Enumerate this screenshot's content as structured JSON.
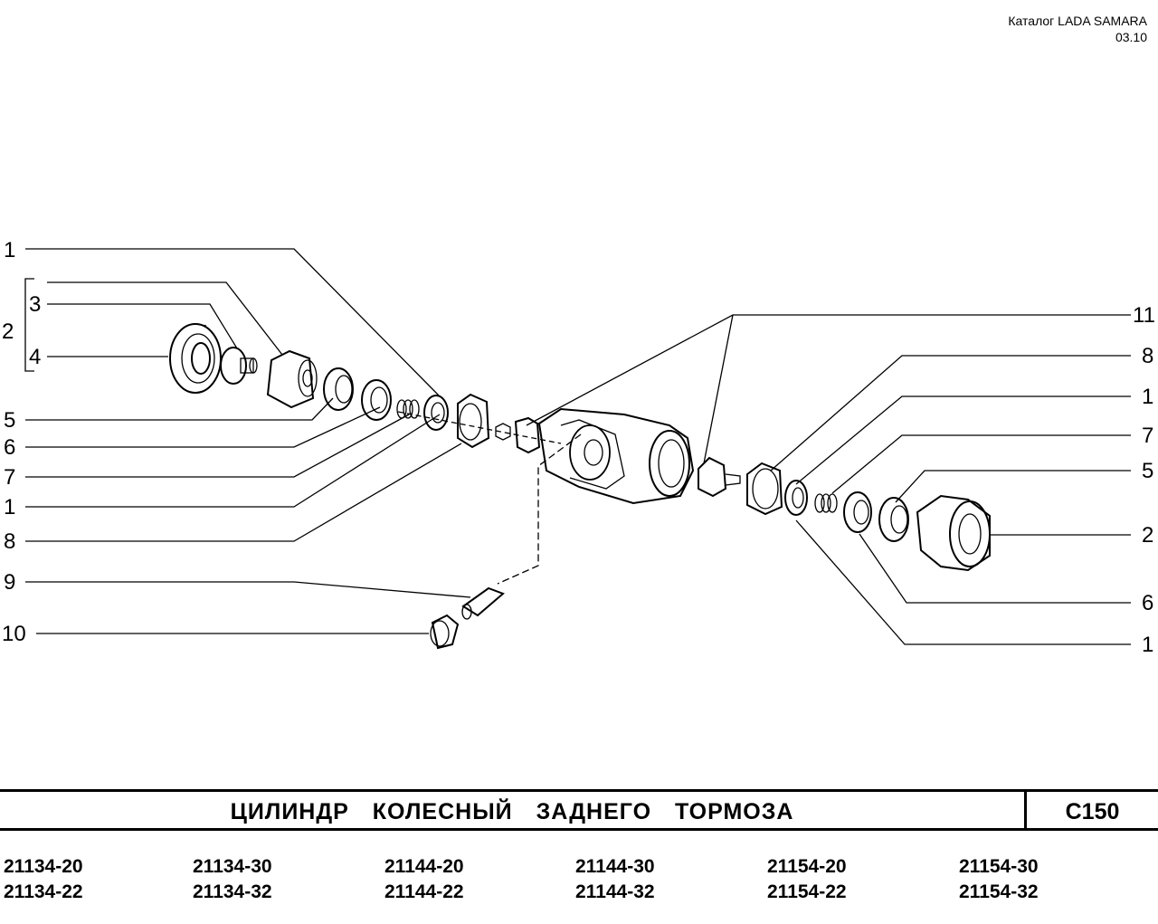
{
  "header": {
    "catalog": "Каталог  LADA  SAMARA",
    "date": "03.10"
  },
  "callouts_left": [
    "1",
    "2",
    "3",
    "4",
    "5",
    "6",
    "7",
    "1",
    "8",
    "9",
    "10"
  ],
  "callouts_right": [
    "11",
    "8",
    "1",
    "7",
    "5",
    "2",
    "6",
    "1"
  ],
  "title": {
    "text": "ЦИЛИНДР КОЛЕСНЫЙ ЗАДНЕГО ТОРМОЗА",
    "code": "C150"
  },
  "models": [
    [
      "21134-20",
      "21134-22"
    ],
    [
      "21134-30",
      "21134-32"
    ],
    [
      "21144-20",
      "21144-22"
    ],
    [
      "21144-30",
      "21144-32"
    ],
    [
      "21154-20",
      "21154-22"
    ],
    [
      "21154-30",
      "21154-32"
    ]
  ],
  "colors": {
    "ink": "#000000",
    "paper": "#ffffff"
  }
}
